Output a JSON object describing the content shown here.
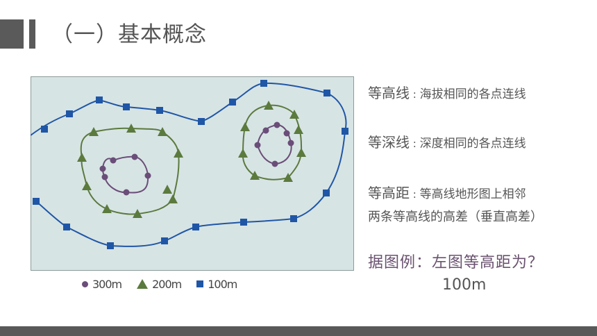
{
  "header": {
    "title": "（一）基本概念"
  },
  "legend": [
    {
      "marker": "dot",
      "color": "#6a4d78",
      "label": "300m"
    },
    {
      "marker": "triangle",
      "color": "#5b7a3d",
      "label": "200m"
    },
    {
      "marker": "square",
      "color": "#1f56a6",
      "label": "100m"
    }
  ],
  "definitions": {
    "contour": {
      "term": "等高线",
      "sep": " : ",
      "desc": "海拔相同的各点连线"
    },
    "isobath": {
      "term": "等深线",
      "sep": " : ",
      "desc": "深度相同的各点连线"
    },
    "interval": {
      "term": "等高距",
      "sep": " : ",
      "desc": "等高线地形图上相邻",
      "line2": "两条等高线的高差（垂直高差）"
    }
  },
  "question": "据图例：左图等高距为？",
  "answer": "100m",
  "colors": {
    "map_bg": "#d7e4e4",
    "line_100": "#1f56a6",
    "line_200": "#5b7a3d",
    "line_300": "#6a4d78",
    "title_bar": "#5a5a5a"
  }
}
